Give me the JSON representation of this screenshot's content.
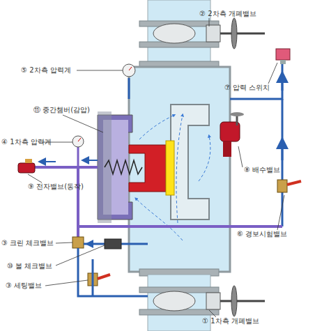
{
  "diagram": {
    "labels": [
      "② 2차측 개폐밸브",
      "⑤ 2차측 압력계",
      "⑦ 압력 스위치",
      "⑪ 중간챔버(감압)",
      "④ 1차측 압력계",
      "⑧ 배수밸브",
      "⑨ 전자밸브(동작)",
      "⑥ 경보시험밸브",
      "③ 크린 체크밸브",
      "⑩ 볼 체크밸브",
      "③ 세팅밸브",
      "① 1차측 개폐밸브"
    ]
  }
}
